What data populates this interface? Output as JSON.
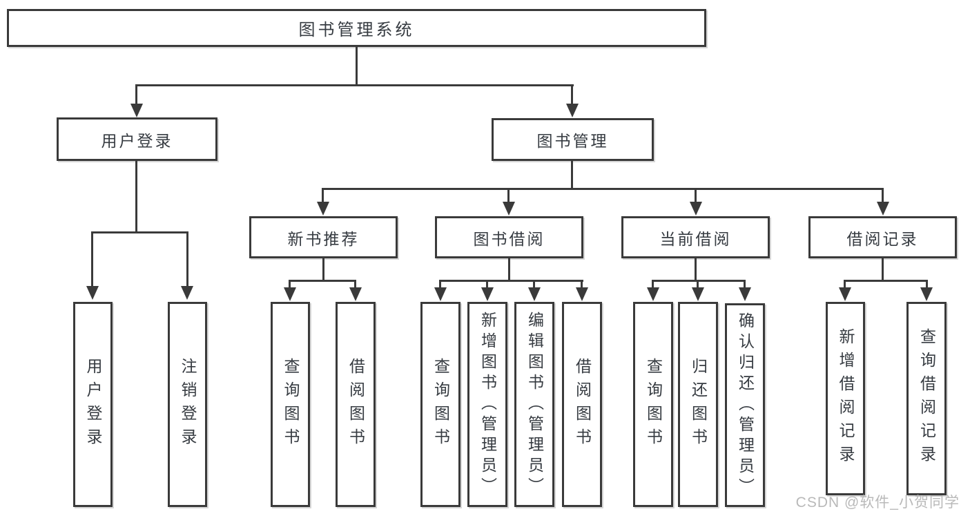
{
  "tree": {
    "label": "图书管理系统",
    "children": [
      {
        "label": "用户登录",
        "children": [
          {
            "label": "用户登录"
          },
          {
            "label": "注销登录"
          }
        ]
      },
      {
        "label": "图书管理",
        "children": [
          {
            "label": "新书推荐",
            "children": [
              {
                "label": "查询图书"
              },
              {
                "label": "借阅图书"
              }
            ]
          },
          {
            "label": "图书借阅",
            "children": [
              {
                "label": "查询图书"
              },
              {
                "label": "新增图书（管理员）"
              },
              {
                "label": "编辑图书（管理员）"
              },
              {
                "label": "借阅图书"
              }
            ]
          },
          {
            "label": "当前借阅",
            "children": [
              {
                "label": "查询图书"
              },
              {
                "label": "归还图书"
              },
              {
                "label": "确认归还（管理员）"
              }
            ]
          },
          {
            "label": "借阅记录",
            "children": [
              {
                "label": "新增借阅记录"
              },
              {
                "label": "查询借阅记录"
              }
            ]
          }
        ]
      }
    ]
  },
  "watermark": {
    "text": "CSDN @软件_小贺同学"
  },
  "colors": {
    "line": "#3a3a3a",
    "text": "#363b41",
    "watermark": "#b9b9b9",
    "background": "#ffffff"
  }
}
